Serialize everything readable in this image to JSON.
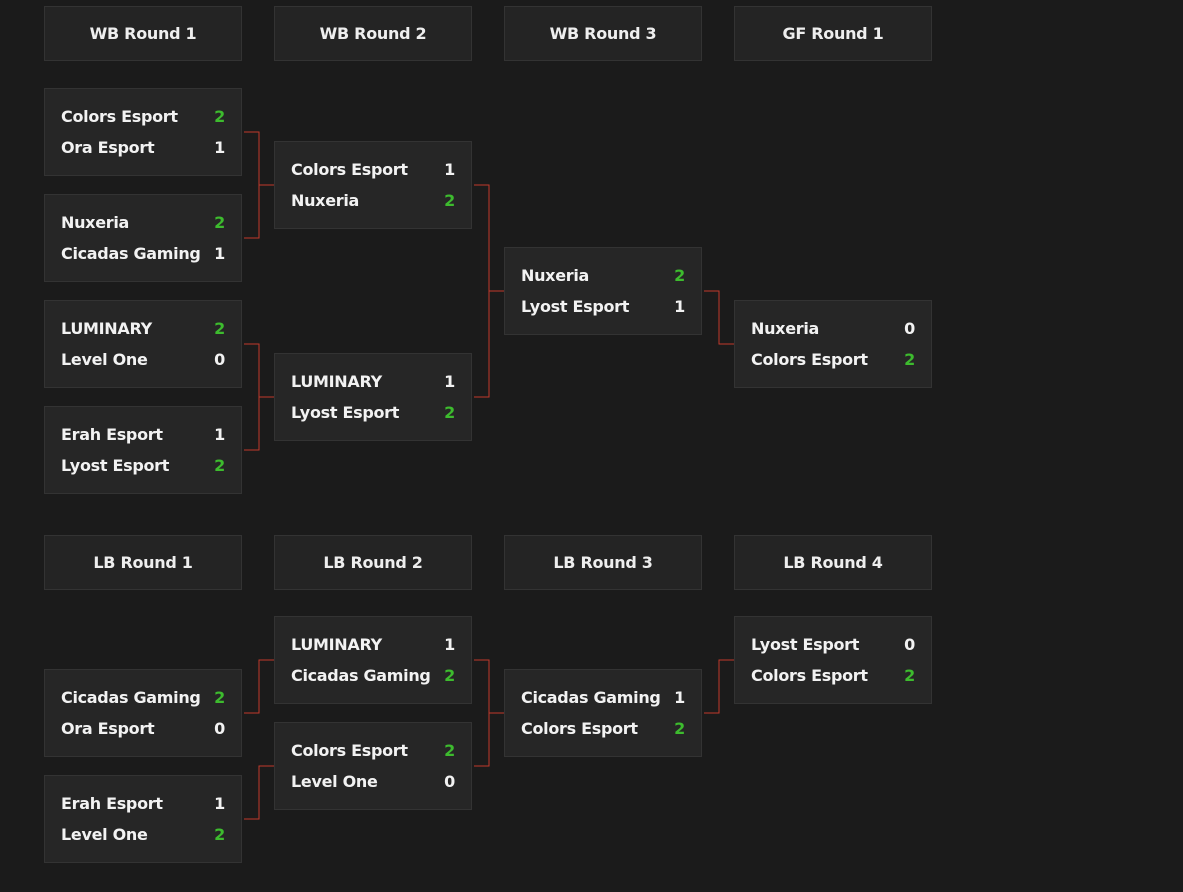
{
  "colors": {
    "background": "#1b1b1b",
    "card": "#262626",
    "text": "#f2f2f2",
    "win_score": "#3dbb2e",
    "connector": "#c0392b"
  },
  "winners_bracket": {
    "rounds": [
      {
        "label": "WB Round 1",
        "matches": [
          {
            "team1": "Colors Esport",
            "score1": "2",
            "team2": "Ora Esport",
            "score2": "1"
          },
          {
            "team1": "Nuxeria",
            "score1": "2",
            "team2": "Cicadas Gaming",
            "score2": "1"
          },
          {
            "team1": "LUMINARY",
            "score1": "2",
            "team2": "Level One",
            "score2": "0"
          },
          {
            "team1": "Erah Esport",
            "score1": "1",
            "team2": "Lyost Esport",
            "score2": "2"
          }
        ]
      },
      {
        "label": "WB Round 2",
        "matches": [
          {
            "team1": "Colors Esport",
            "score1": "1",
            "team2": "Nuxeria",
            "score2": "2"
          },
          {
            "team1": "LUMINARY",
            "score1": "1",
            "team2": "Lyost Esport",
            "score2": "2"
          }
        ]
      },
      {
        "label": "WB Round 3",
        "matches": [
          {
            "team1": "Nuxeria",
            "score1": "2",
            "team2": "Lyost Esport",
            "score2": "1"
          }
        ]
      },
      {
        "label": "GF Round 1",
        "matches": [
          {
            "team1": "Nuxeria",
            "score1": "0",
            "team2": "Colors Esport",
            "score2": "2"
          }
        ]
      }
    ]
  },
  "losers_bracket": {
    "rounds": [
      {
        "label": "LB Round 1",
        "matches": [
          {
            "team1": "Cicadas Gaming",
            "score1": "2",
            "team2": "Ora Esport",
            "score2": "0"
          },
          {
            "team1": "Erah Esport",
            "score1": "1",
            "team2": "Level One",
            "score2": "2"
          }
        ]
      },
      {
        "label": "LB Round 2",
        "matches": [
          {
            "team1": "LUMINARY",
            "score1": "1",
            "team2": "Cicadas Gaming",
            "score2": "2"
          },
          {
            "team1": "Colors Esport",
            "score1": "2",
            "team2": "Level One",
            "score2": "0"
          }
        ]
      },
      {
        "label": "LB Round 3",
        "matches": [
          {
            "team1": "Cicadas Gaming",
            "score1": "1",
            "team2": "Colors Esport",
            "score2": "2"
          }
        ]
      },
      {
        "label": "LB Round 4",
        "matches": [
          {
            "team1": "Lyost Esport",
            "score1": "0",
            "team2": "Colors Esport",
            "score2": "2"
          }
        ]
      }
    ]
  }
}
